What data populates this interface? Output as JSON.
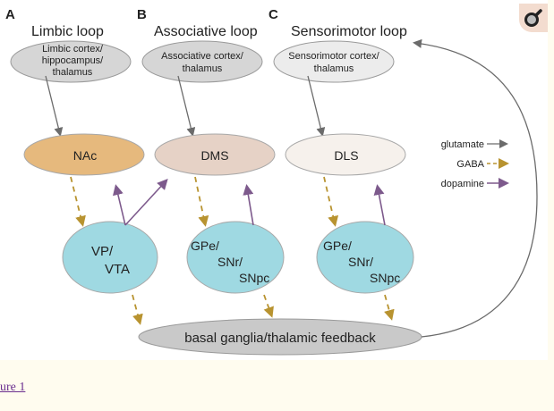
{
  "figure": {
    "panels": [
      {
        "letter": "A",
        "title": "Limbic loop",
        "cortex": [
          "Limbic cortex/",
          "hippocampus/",
          "thalamus"
        ],
        "striatum": "NAc",
        "output": [
          "VP/",
          "VTA"
        ]
      },
      {
        "letter": "B",
        "title": "Associative loop",
        "cortex": [
          "Associative cortex/",
          "thalamus"
        ],
        "striatum": "DMS",
        "output": [
          "GPe/",
          "SNr/",
          "SNpc"
        ]
      },
      {
        "letter": "C",
        "title": "Sensorimotor loop",
        "cortex": [
          "Sensorimotor cortex/",
          "thalamus"
        ],
        "striatum": "DLS",
        "output": [
          "GPe/",
          "SNr/",
          "SNpc"
        ]
      }
    ],
    "feedback": "basal ganglia/thalamic feedback",
    "legend": [
      {
        "label": "glutamate",
        "style": "solid",
        "color": "#6b6b6b"
      },
      {
        "label": "GABA",
        "style": "dashed",
        "color": "#b89330"
      },
      {
        "label": "dopamine",
        "style": "solid",
        "color": "#7d5a8c"
      }
    ],
    "colors": {
      "cortex_fill": "#d6d6d6",
      "cortex_fill_light": "#ececec",
      "nac_fill": "#e6b97d",
      "dms_fill": "#e6d2c6",
      "dls_fill": "#f6f1ec",
      "output_fill": "#9fd9e2",
      "feedback_fill": "#c9c9c9"
    }
  },
  "zoom_icon": "magnifier-icon",
  "caption_link": "ure 1"
}
